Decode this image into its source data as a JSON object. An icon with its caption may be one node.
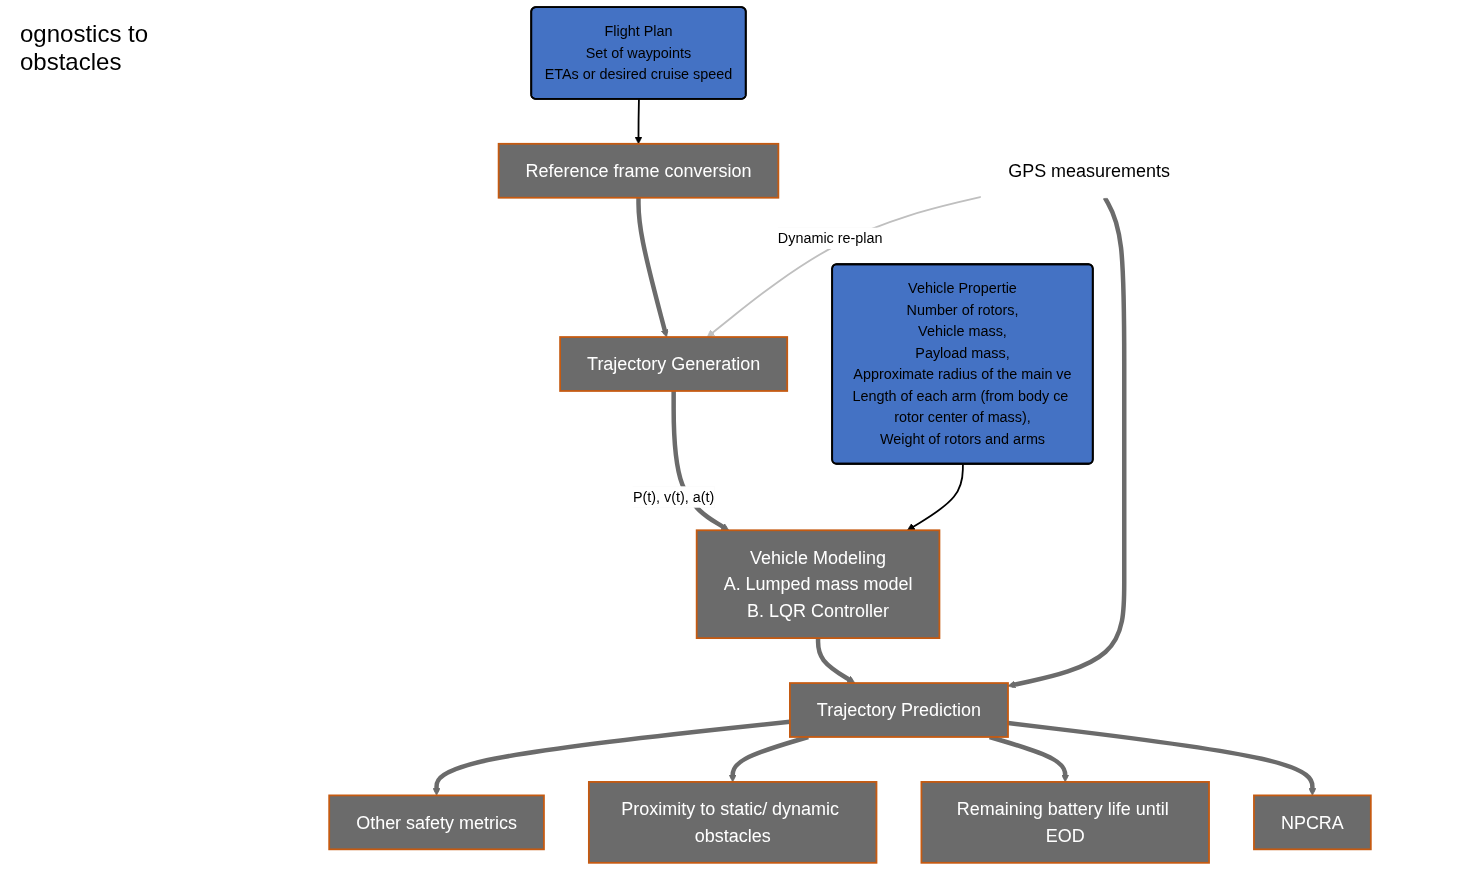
{
  "diagram": {
    "nodes": [
      {
        "text": [
          "Reference frame conversion"
        ]
      },
      {
        "text": [
          "Flight Plan",
          "Set of waypoints",
          "ETAs or desired cruise speed"
        ]
      },
      {
        "text": [
          "Trajectory Generation"
        ]
      },
      {
        "text": [
          "Vehicle Modeling",
          "A. Lumped mass model",
          "B. LQR Controller"
        ]
      },
      {
        "text": [
          "Vehicle Propertie",
          "Number of rotors,",
          "Vehicle mass,",
          "Payload mass,",
          "Approximate radius of the main ve",
          "Length of each arm (from body ce rotor center of mass),",
          "Weight of rotors and arms"
        ]
      },
      {
        "text": [
          "Trajectory Prediction"
        ]
      },
      {
        "text": [
          "GPS measurements"
        ]
      },
      {
        "text": [
          "Other safety metrics"
        ]
      },
      {
        "text": [
          "Proximity to static/ dynamic obstacles"
        ]
      },
      {
        "text": [
          "Remaining battery life until EOD"
        ]
      },
      {
        "text": [
          "NPCRA"
        ]
      }
    ],
    "edges": [
      {
        "from": 1,
        "to": 0,
        "arrow": "to",
        "color": "#000000"
      },
      {
        "from": 0,
        "to": 2,
        "arrow": "to"
      },
      {
        "from": 6,
        "to": 2,
        "arrow": "to",
        "label": "Dynamic re-plan",
        "color": "#bfbfbf"
      },
      {
        "from": 2,
        "to": 3,
        "arrow": "to",
        "label": "P(t), v(t), a(t)"
      },
      {
        "from": 4,
        "to": 3,
        "arrow": "to",
        "color": "#000000"
      },
      {
        "from": 3,
        "to": 5,
        "arrow": "to"
      },
      {
        "from": 6,
        "to": 5,
        "arrow": "to"
      },
      {
        "from": 5,
        "to": 7,
        "arrow": "to"
      },
      {
        "from": 5,
        "to": 8,
        "arrow": "to"
      },
      {
        "from": 5,
        "to": 9,
        "arrow": "to"
      },
      {
        "from": 5,
        "to": 10,
        "arrow": "to"
      }
    ],
    "labels": [
      "ognostics to obstacles"
    ]
  }
}
